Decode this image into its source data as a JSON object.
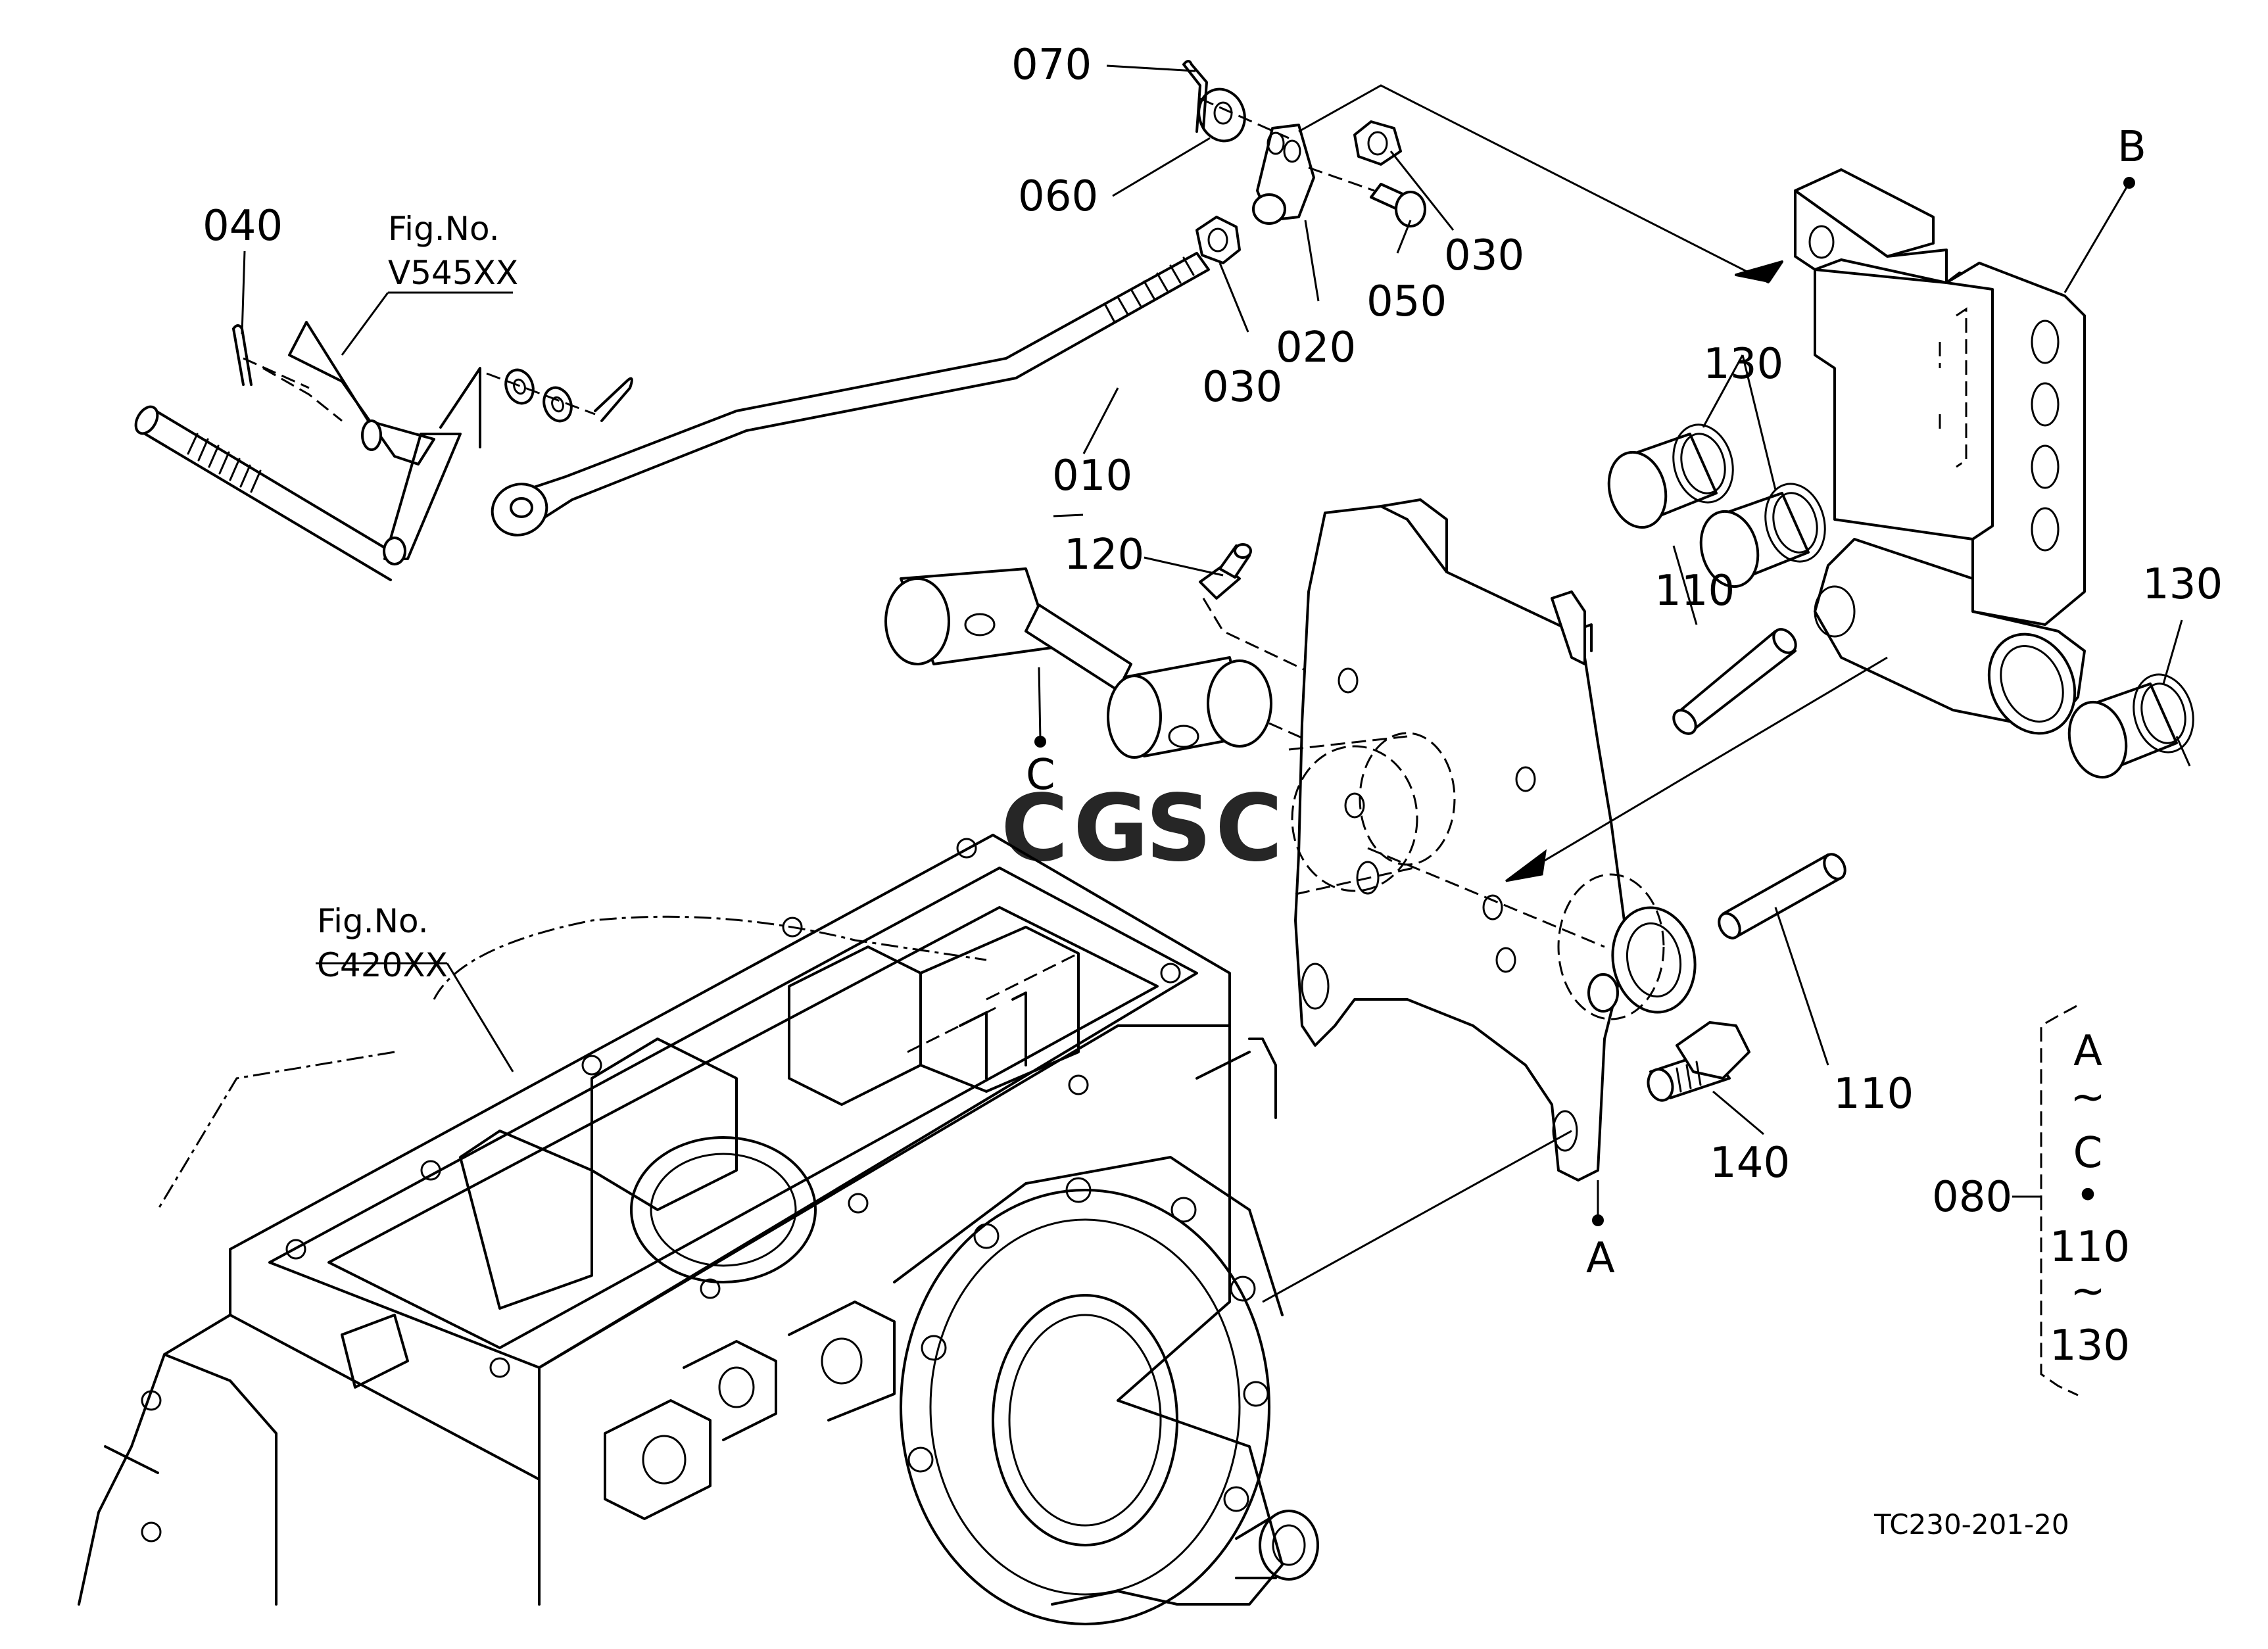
{
  "diagram": {
    "part_callouts": [
      {
        "id": "callout-010",
        "text": "010"
      },
      {
        "id": "callout-020",
        "text": "020"
      },
      {
        "id": "callout-030-left",
        "text": "030"
      },
      {
        "id": "callout-030-right",
        "text": "030"
      },
      {
        "id": "callout-040",
        "text": "040"
      },
      {
        "id": "callout-050",
        "text": "050"
      },
      {
        "id": "callout-060",
        "text": "060"
      },
      {
        "id": "callout-070",
        "text": "070"
      },
      {
        "id": "callout-080",
        "text": "080"
      },
      {
        "id": "callout-110-top",
        "text": "110"
      },
      {
        "id": "callout-110-bottom",
        "text": "110"
      },
      {
        "id": "callout-120",
        "text": "120"
      },
      {
        "id": "callout-130-pair",
        "text": "130"
      },
      {
        "id": "callout-130-right",
        "text": "130"
      },
      {
        "id": "callout-140",
        "text": "140"
      }
    ],
    "assembly_points": {
      "a": "A",
      "b": "B",
      "c": "C"
    },
    "figure_refs": [
      {
        "prefix": "Fig.No.",
        "number": "V545XX"
      },
      {
        "prefix": "Fig.No.",
        "number": "C420XX"
      }
    ],
    "kit_bracket": {
      "lines": [
        "A",
        "~",
        "C",
        "•",
        "110",
        "~",
        "130"
      ]
    },
    "drawing_code": "TC230-201-20",
    "watermark": {
      "letters": [
        "C",
        "G",
        "S",
        "C"
      ],
      "colors": [
        "#5b9cf2",
        "#ef8a84",
        "#f6cd5a",
        "#6dc59a"
      ]
    }
  }
}
